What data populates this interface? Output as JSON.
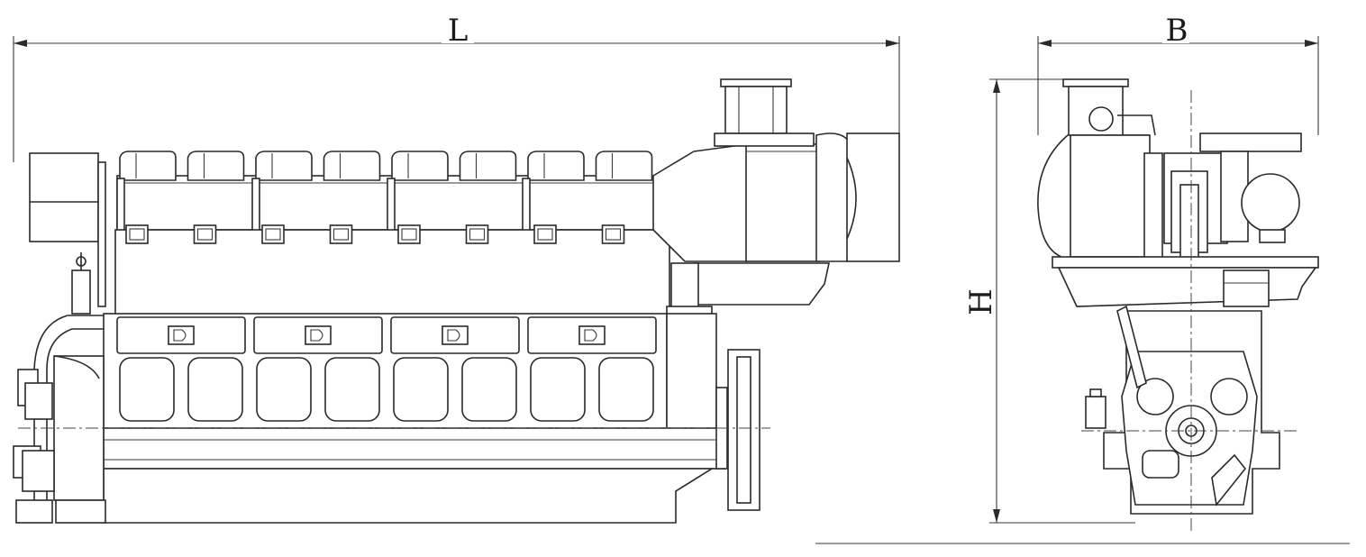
{
  "diagram": {
    "dimensions": {
      "length_label": "L",
      "breadth_label": "B",
      "height_label": "H"
    },
    "colors": {
      "line": "#2a2a2a",
      "background": "#ffffff"
    }
  }
}
